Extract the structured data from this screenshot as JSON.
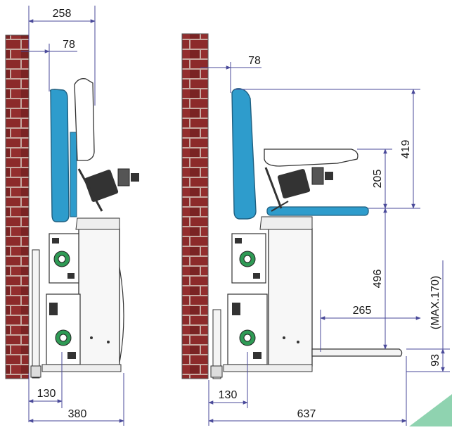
{
  "dimensions": {
    "folded_width": "258",
    "folded_wall_offset": "78",
    "folded_rail_offset": "130",
    "folded_total_depth": "380",
    "unfolded_wall_offset": "78",
    "backrest_height": "419",
    "armrest_height": "205",
    "seat_height": "496",
    "footrest_depth": "265",
    "footrest_height": "93",
    "footrest_height_max": "(MAX.170)",
    "unfolded_rail_offset": "130",
    "unfolded_total_depth": "637"
  },
  "colors": {
    "brick": "#8c2a2a",
    "mortar": "#c7a8a0",
    "seat_blue": "#2e9ccc",
    "dimension_line": "#4a4a9a",
    "motor_green": "#2f9a55",
    "corner_accent": "#8fd3b0"
  }
}
